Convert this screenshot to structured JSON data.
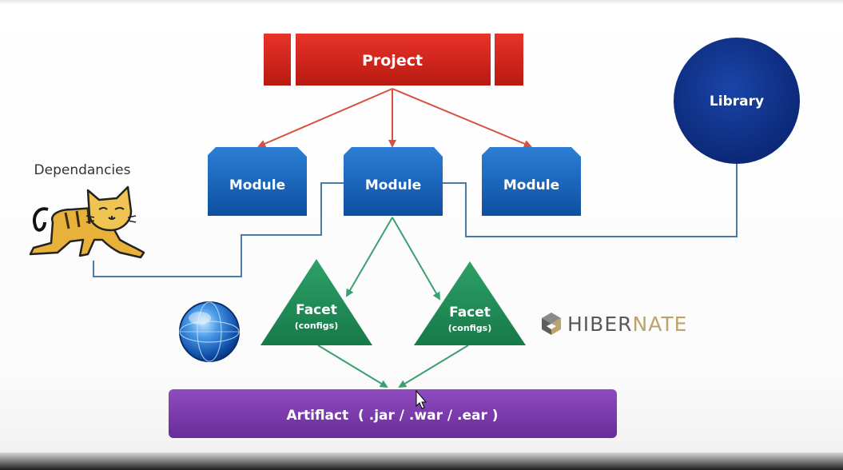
{
  "project": {
    "label": "Project"
  },
  "modules": [
    {
      "label": "Module"
    },
    {
      "label": "Module"
    },
    {
      "label": "Module"
    }
  ],
  "library": {
    "label": "Library"
  },
  "dependencies": {
    "label": "Dependancies"
  },
  "facets": [
    {
      "label": "Facet",
      "sublabel": "(configs)"
    },
    {
      "label": "Facet",
      "sublabel": "(configs)"
    }
  ],
  "hibernate": {
    "part1": "HIBER",
    "part2": "NATE"
  },
  "artifact": {
    "label": "Artiflact  ( .jar / .war / .ear )"
  },
  "colors": {
    "project_red": "#d4231b",
    "module_blue": "#1565c0",
    "library_navy": "#0d2f86",
    "facet_green": "#1e8a56",
    "artifact_purple": "#7b3aa8",
    "arrow_red": "#d85040",
    "arrow_green": "#3aa070",
    "connector_blue": "#4a7aa8",
    "hibernate_dark": "#59595b",
    "hibernate_gold": "#bca36a"
  },
  "icons": [
    "tomcat-cat-icon",
    "globe-icon",
    "hibernate-logo-icon",
    "mouse-cursor-icon"
  ]
}
